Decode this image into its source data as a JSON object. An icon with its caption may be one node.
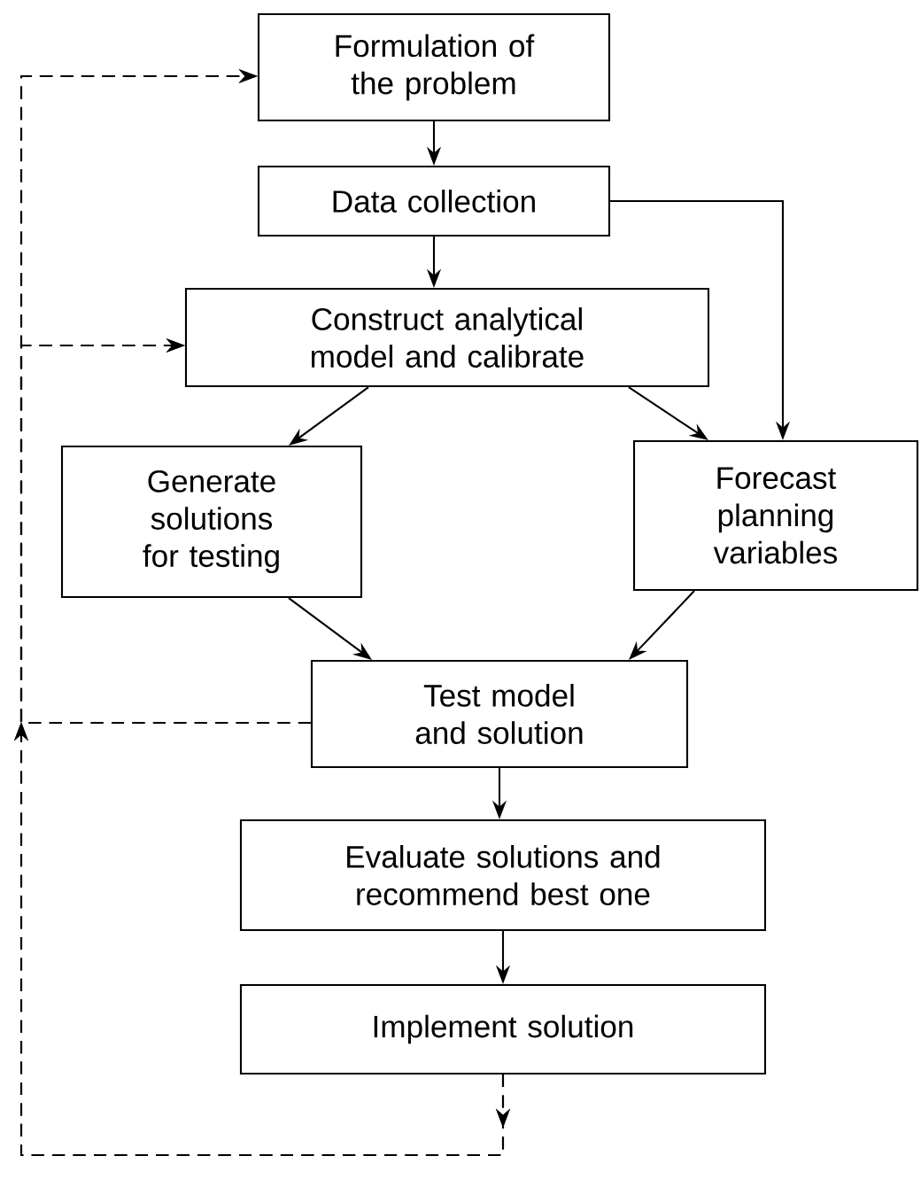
{
  "diagram": {
    "nodes": [
      {
        "text": [
          "Formulation of the problem"
        ]
      },
      {
        "text": [
          "Data collection"
        ]
      },
      {
        "text": [
          "Construct analytical model and calibrate"
        ]
      },
      {
        "text": [
          "Generate solutions for testing"
        ]
      },
      {
        "text": [
          "Forecast planning variables"
        ]
      },
      {
        "text": [
          "Test model and solution"
        ]
      },
      {
        "text": [
          "Evaluate solutions and recommend best one"
        ]
      },
      {
        "text": [
          "Implement solution"
        ]
      }
    ],
    "edges": [
      {
        "from": 0,
        "to": 1,
        "arrow": "to"
      },
      {
        "from": 1,
        "to": 2,
        "arrow": "to"
      },
      {
        "from": 1,
        "to": 4,
        "arrow": "to"
      },
      {
        "from": 2,
        "to": 3,
        "arrow": "to"
      },
      {
        "from": 2,
        "to": 4,
        "arrow": "to"
      },
      {
        "from": 3,
        "to": 5,
        "arrow": "to"
      },
      {
        "from": 4,
        "to": 5,
        "arrow": "to"
      },
      {
        "from": 5,
        "to": 6,
        "arrow": "to"
      },
      {
        "from": 6,
        "to": 7,
        "arrow": "to"
      },
      {
        "from": 7,
        "to": 0,
        "arrow": "to",
        "style": "dashed"
      },
      {
        "from": 7,
        "to": 2,
        "arrow": "to",
        "style": "dashed"
      },
      {
        "from": 5,
        "to": 0,
        "arrow": "to",
        "style": "dashed"
      },
      {
        "from": 5,
        "to": 2,
        "arrow": "to",
        "style": "dashed"
      }
    ]
  }
}
